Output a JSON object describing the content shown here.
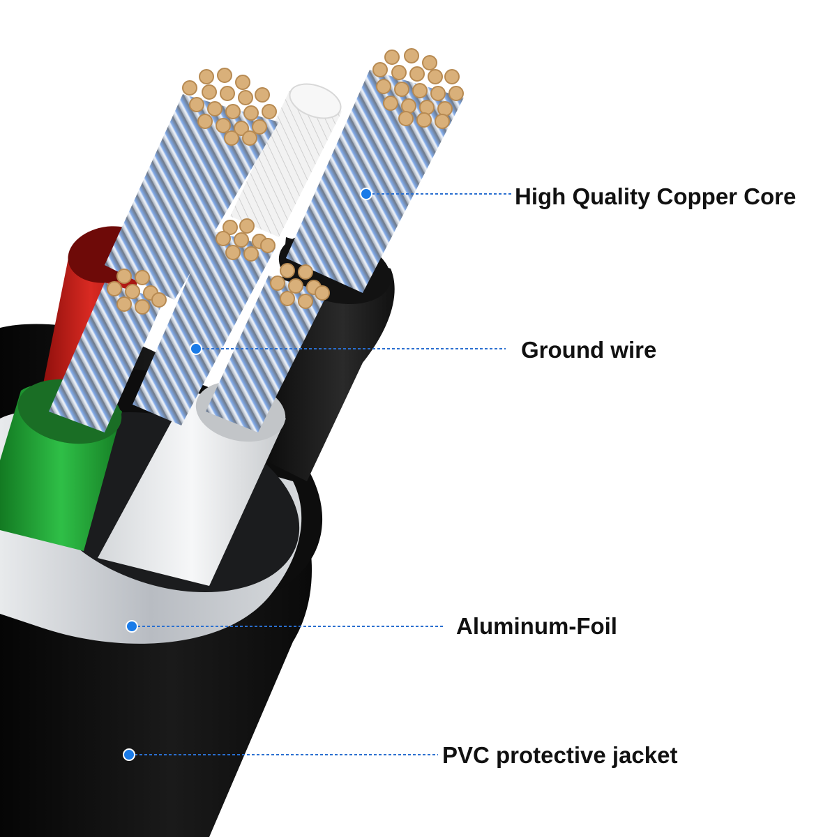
{
  "callouts": {
    "copper_core": "High Quality Copper Core",
    "ground_wire": "Ground wire",
    "aluminum_foil": "Aluminum-Foil",
    "pvc_jacket": "PVC protective jacket"
  },
  "colors": {
    "callout_dot": "#1a7be8",
    "callout_line": "#2a6fd0",
    "jacket": "#111111",
    "foil": "#c9ccd0",
    "copper": "#d9b07a",
    "strand": "#a9b3c2",
    "insulation_red": "#c0201b",
    "insulation_green": "#1f9a32",
    "insulation_white": "#e6e8ea",
    "insulation_black": "#1b1b1b",
    "filler_white": "#f1f1f1"
  },
  "icons": [
    "cable-cross-section-illustration"
  ]
}
